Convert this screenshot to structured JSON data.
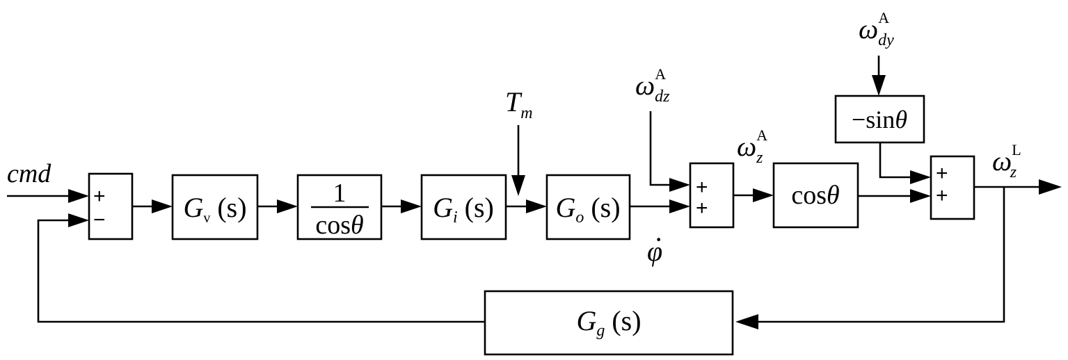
{
  "signals": {
    "cmd": "cmd",
    "tm_main": "T",
    "tm_sub": "m",
    "wdz_main": "ω",
    "wdz_sup": "A",
    "wdz_sub": "dz",
    "wdy_main": "ω",
    "wdy_sup": "A",
    "wdy_sub": "dy",
    "wza_main": "ω",
    "wza_sup": "A",
    "wza_sub": "z",
    "wzl_main": "ω",
    "wzl_sup": "L",
    "wzl_sub": "z",
    "phidot": "φ",
    "phidot_dot": "·"
  },
  "sum1": {
    "plus": "+",
    "minus": "−"
  },
  "sum2": {
    "plus_top": "+",
    "plus_bottom": "+"
  },
  "sum3": {
    "plus_top": "+",
    "plus_bottom": "+"
  },
  "blocks": {
    "gv": {
      "g": "G",
      "sub": "v",
      "arg": "(s)"
    },
    "invcos": {
      "num": "1",
      "den_fn": "cos",
      "den_var": "θ"
    },
    "gi": {
      "g": "G",
      "sub": "i",
      "arg": "(s)"
    },
    "go": {
      "g": "G",
      "sub": "o",
      "arg": "(s)"
    },
    "cos": {
      "fn": "cos",
      "var": "θ"
    },
    "negsin": {
      "fn": "−sin",
      "var": "θ"
    },
    "gg": {
      "g": "G",
      "sub": "g",
      "arg": "(s)"
    }
  }
}
